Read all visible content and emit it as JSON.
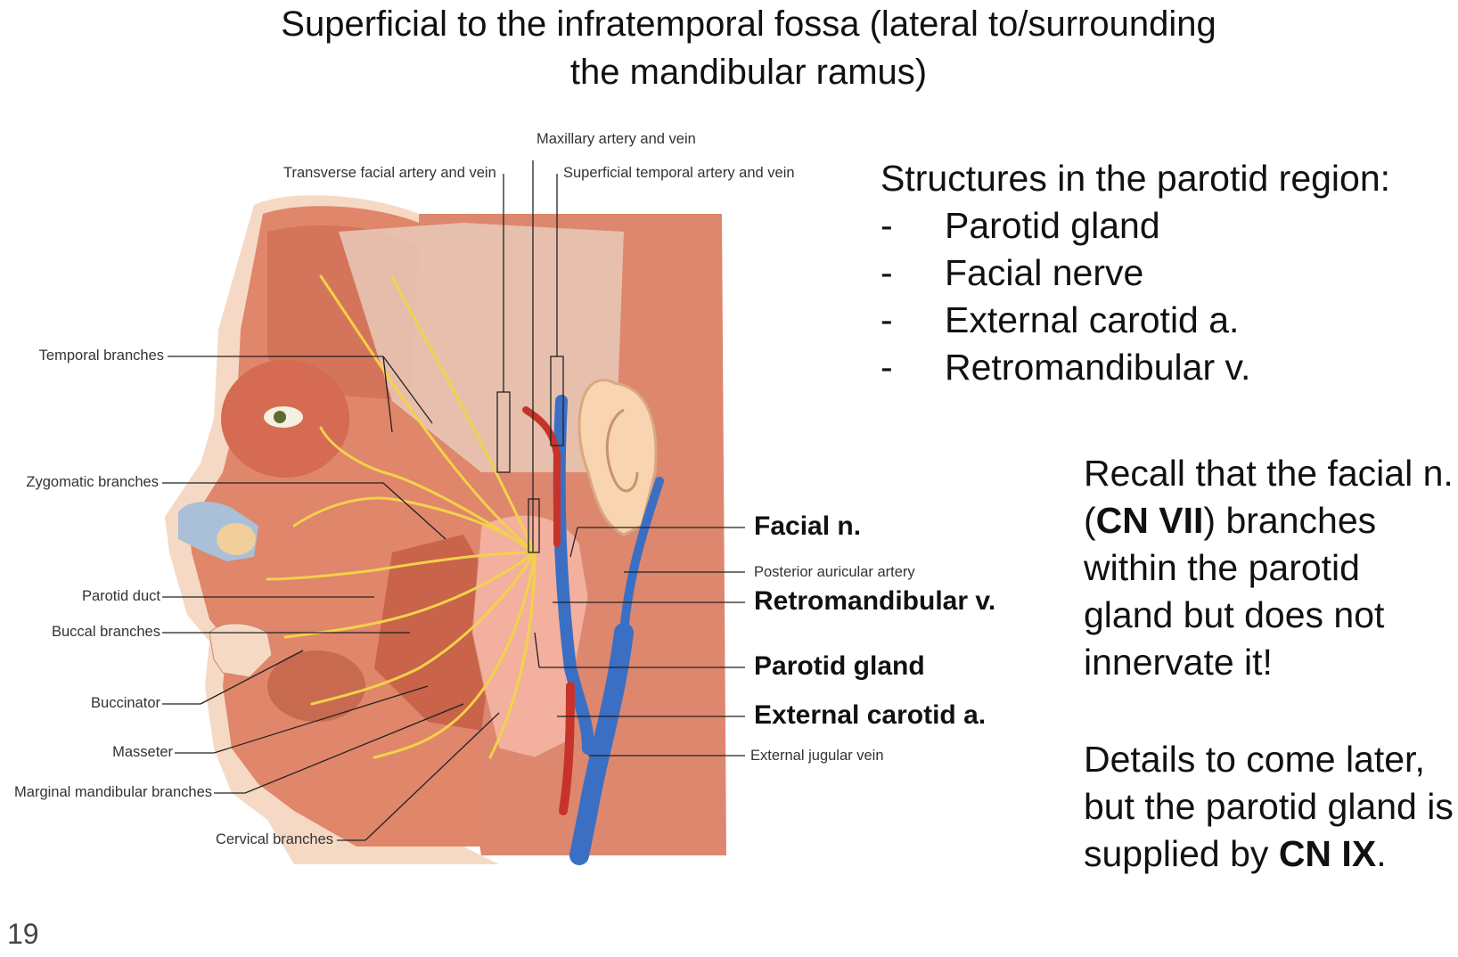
{
  "title": {
    "line1": "Superficial to the infratemporal fossa (lateral to/surrounding",
    "line2": "the mandibular ramus)"
  },
  "figure": {
    "labels": {
      "maxillary": "Maxillary artery and vein",
      "transverse_facial": "Transverse facial artery and vein",
      "superficial_temporal": "Superficial temporal artery and vein",
      "temporal_branches": "Temporal branches",
      "zygomatic_branches": "Zygomatic branches",
      "parotid_duct": "Parotid duct",
      "buccal_branches": "Buccal branches",
      "buccinator": "Buccinator",
      "masseter": "Masseter",
      "marginal_mandibular": "Marginal mandibular branches",
      "cervical_branches": "Cervical branches",
      "posterior_auricular": "Posterior auricular artery",
      "external_jugular": "External jugular vein"
    },
    "bold_labels": {
      "facial_n": "Facial n.",
      "retromandibular_v": "Retromandibular v.",
      "parotid_gland": "Parotid gland",
      "external_carotid": "External carotid a."
    },
    "colors": {
      "muscle": "#e0866a",
      "skin": "#f6d9c4",
      "nerve": "#f2d24a",
      "vein": "#3a6fc4",
      "artery": "#c7332b",
      "gland": "#f3b09e"
    }
  },
  "structures": {
    "heading": "Structures in the parotid region:",
    "bullet": "-",
    "items": [
      "Parotid gland",
      "Facial nerve",
      "External carotid a.",
      "Retromandibular v."
    ]
  },
  "recall": {
    "part1": "Recall that the facial n. (",
    "bold1": "CN VII",
    "part2": ") branches within the parotid gland but does not innervate it!"
  },
  "details": {
    "part1": "Details to come later, but the parotid gland is supplied by ",
    "bold1": "CN IX",
    "part2": "."
  },
  "page_number": "19"
}
